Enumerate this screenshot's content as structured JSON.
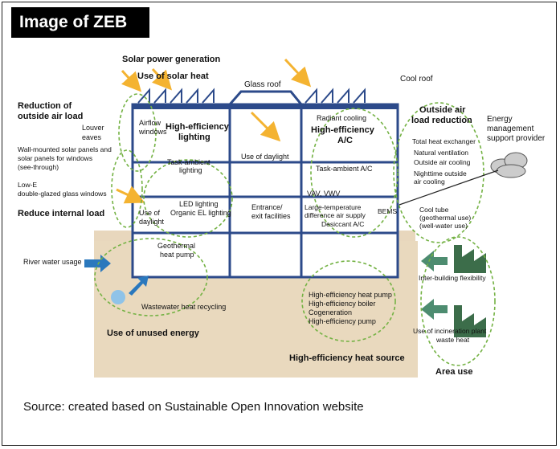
{
  "title": "Image of ZEB",
  "source": "Source:  created based on Sustainable Open Innovation website",
  "labels": {
    "solar_power": "Solar power generation",
    "solar_heat": "Use of solar heat",
    "glass_roof": "Glass roof",
    "cool_roof": "Cool roof",
    "reduction_outside_1": "Reduction of",
    "reduction_outside_2": "outside air load",
    "louver_1": "Louver",
    "louver_2": "eaves",
    "airflow_1": "Airflow",
    "airflow_2": "windows",
    "hel_1": "High-efficiency",
    "hel_2": "lighting",
    "wall_solar_1": "Wall-mounted solar panels and",
    "wall_solar_2": "solar panels for windows",
    "wall_solar_3": "(see-through)",
    "task_ambient_light_1": "Task-ambient",
    "task_ambient_light_2": "lighting",
    "use_daylight_center": "Use of daylight",
    "lowe_1": "Low-E",
    "lowe_2": "double-glazed glass windows",
    "use_daylight_left_1": "Use of",
    "use_daylight_left_2": "daylight",
    "led_1": "LED lighting",
    "led_2": "Organic EL lighting",
    "reduce_internal": "Reduce internal load",
    "entrance_1": "Entrance/",
    "entrance_2": "exit facilities",
    "radiant_cooling": "Radiant cooling",
    "hea_1": "High-efficiency",
    "hea_2": "A/C",
    "task_ambient_ac": "Task-ambient A/C",
    "vav": "VAV, VWV",
    "large_temp_1": "Large-temperature",
    "large_temp_2": "difference air supply",
    "desiccant": "Desiccant A/C",
    "bems": "BEMS",
    "oalr_1": "Outside air",
    "oalr_2": "load reduction",
    "total_heat": "Total heat exchanger",
    "natural_vent": "Natural ventilation",
    "outside_cooling": "Outside air cooling",
    "nighttime_1": "Nighttime outside",
    "nighttime_2": "air cooling",
    "energy_mgmt_1": "Energy",
    "energy_mgmt_2": "management",
    "energy_mgmt_3": "support provider",
    "cool_tube_1": "Cool tube",
    "cool_tube_2": "(geothermal use)",
    "cool_tube_3": "(well-water use)",
    "river_water": "River water usage",
    "geothermal_1": "Geothermal",
    "geothermal_2": "heat pump",
    "wastewater": "Wastewater heat recycling",
    "unused_energy": "Use of unused energy",
    "hehp": "High-efficiency heat pump",
    "heb": "High-efficiency boiler",
    "cogen": "Cogeneration",
    "hep": "High-efficiency pump",
    "hehs": "High-efficiency heat source",
    "inter_building": "Inter-building flexibility",
    "incin_1": "Use of incineration plant",
    "incin_2": "waste heat",
    "area_use": "Area use"
  }
}
